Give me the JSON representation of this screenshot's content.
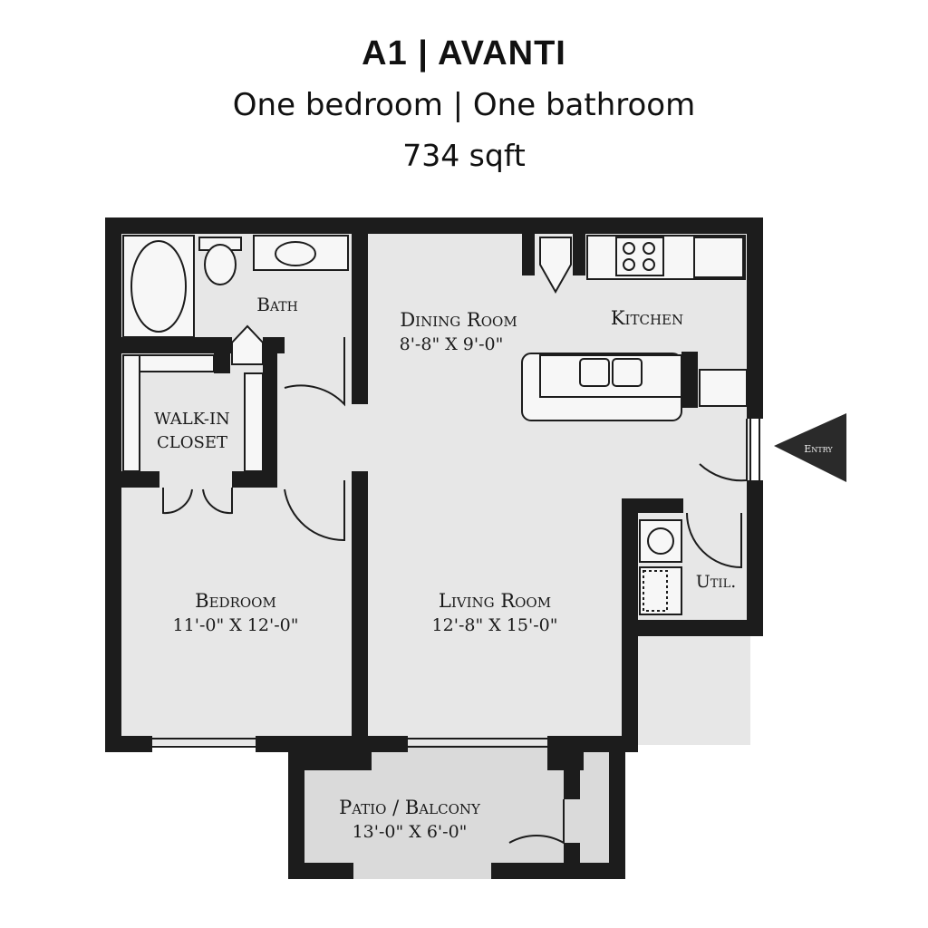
{
  "header": {
    "title": "A1 | AVANTI",
    "subtitle": "One bedroom  |  One bathroom",
    "sqft": "734 sqft"
  },
  "rooms": {
    "bath": "Bath",
    "dining_name": "Dining Room",
    "dining_dims": "8'-8\" X 9'-0\"",
    "kitchen": "Kitchen",
    "closet_line1": "WALK-IN",
    "closet_line2": "CLOSET",
    "bedroom_name": "Bedroom",
    "bedroom_dims": "11'-0\" X 12'-0\"",
    "living_name": "Living Room",
    "living_dims": "12'-8\" X 15'-0\"",
    "util": "Util.",
    "patio_name": "Patio / Balcony",
    "patio_dims": "13'-0\" X 6'-0\""
  },
  "entry_label": "Entry",
  "colors": {
    "wall": "#1c1c1c",
    "floor": "#e7e7e7",
    "patio_floor": "#dadada",
    "fixture": "#f7f7f7"
  }
}
